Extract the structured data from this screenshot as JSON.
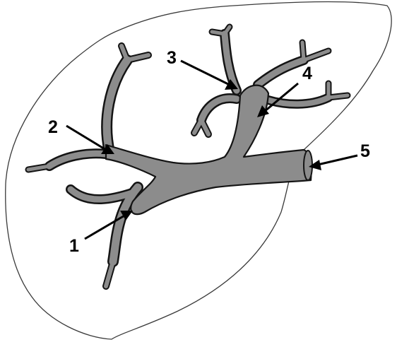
{
  "labels": {
    "one": "1",
    "two": "2",
    "three": "3",
    "four": "4",
    "five": "5"
  },
  "colors": {
    "vessel_fill": "#8c8c8c",
    "vessel_outline": "#141414",
    "organ_outline": "#3a3a3a",
    "arrow": "#000000"
  }
}
